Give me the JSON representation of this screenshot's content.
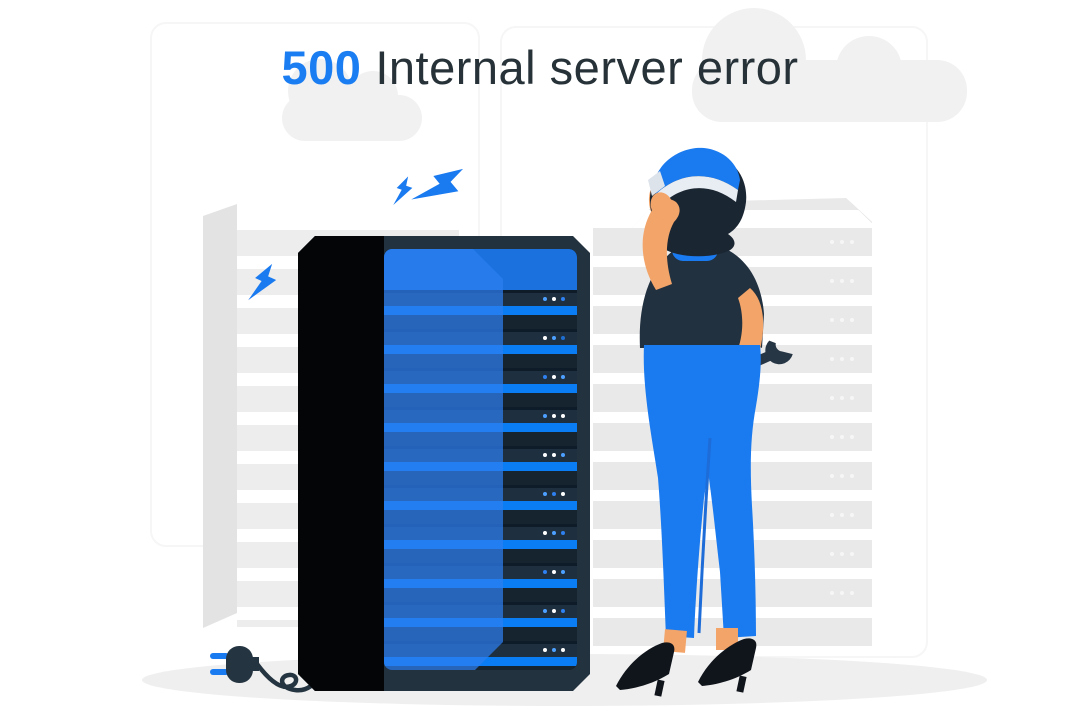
{
  "title": {
    "code": "500",
    "message": "Internal server error"
  },
  "colors": {
    "accent_blue": "#1a7af0",
    "bright_stripe": "#0a7df5",
    "server_navy": "#22323f",
    "shirt_navy": "#223140",
    "hair_dark": "#1b2633",
    "skin": "#f2a469",
    "cloud_gray": "#f1f1f1",
    "shadow_gray": "#efefef",
    "title_blue": "#1a7ef2",
    "title_dark": "#263238"
  },
  "server": {
    "led_rows": [
      {
        "dots": [
          "#4da0ff",
          "#ffffff",
          "#2f80f0"
        ]
      },
      {
        "dots": [
          "#ffffff",
          "#4da0ff",
          "#1f6fd0"
        ]
      },
      {
        "dots": [
          "#2f80f0",
          "#ffffff",
          "#4da0ff"
        ]
      },
      {
        "dots": [
          "#4da0ff",
          "#ffffff",
          "#ffffff"
        ]
      },
      {
        "dots": [
          "#ffffff",
          "#ffffff",
          "#4da0ff"
        ]
      },
      {
        "dots": [
          "#4da0ff",
          "#2f80f0",
          "#ffffff"
        ]
      },
      {
        "dots": [
          "#ffffff",
          "#4da0ff",
          "#2f80f0"
        ]
      },
      {
        "dots": [
          "#2f80f0",
          "#ffffff",
          "#4da0ff"
        ]
      },
      {
        "dots": [
          "#4da0ff",
          "#ffffff",
          "#2f80f0"
        ]
      },
      {
        "dots": [
          "#ffffff",
          "#4da0ff",
          "#ffffff"
        ]
      }
    ]
  },
  "background": {
    "right_rack_dot_rows": 10
  }
}
